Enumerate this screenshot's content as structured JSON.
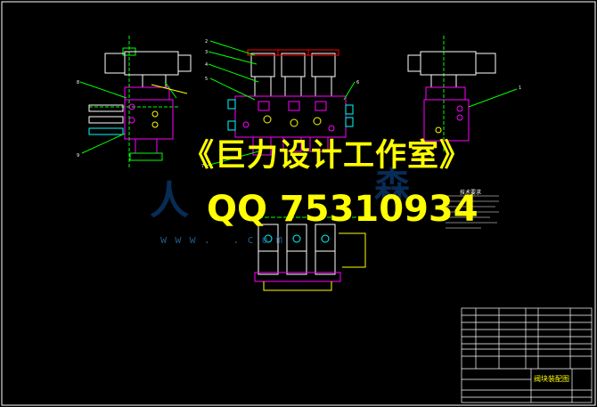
{
  "watermark": {
    "title": "《巨力设计工作室》",
    "qq": "QQ 75310934",
    "url": "www.        .com"
  },
  "drawing": {
    "tech_notes_title": "技术要求",
    "title_block_name": "阀块装配图"
  },
  "colors": {
    "background": "#000000",
    "frame": "#ffffff",
    "watermark_text": "#ffff00",
    "watermark_shadow": "#0a2d66",
    "valve": "#ff00ff",
    "solenoid": "#ffffff",
    "pipe": "#ffff00",
    "leader": "#00ff00",
    "fitting": "#00ffff",
    "hatch": "#ff0000"
  }
}
